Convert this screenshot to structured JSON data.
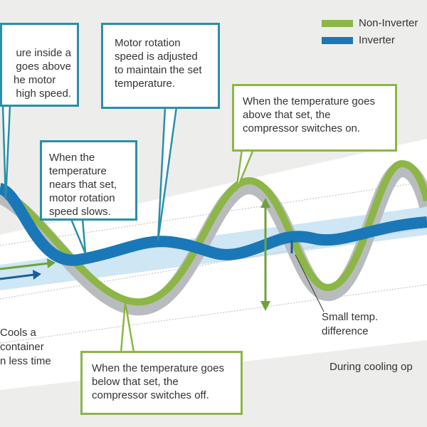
{
  "legend": {
    "items": [
      {
        "label": "Non-Inverter",
        "color": "#8cb646"
      },
      {
        "label": "Inverter",
        "color": "#1a78b8"
      }
    ]
  },
  "callouts": {
    "high_speed": [
      "ure inside a",
      "goes above",
      "he motor",
      "high speed."
    ],
    "adjusted": "Motor rotation speed is adjusted to maintain the set temperature.",
    "nears": "When the temperature nears that set, motor rotation speed slows.",
    "above": "When the temperature goes above that set, the compressor switches on.",
    "below": "When the temperature goes below that set, the compressor switches off."
  },
  "labels": {
    "cools": [
      "Cools a",
      "container",
      "n less time"
    ],
    "small_diff": [
      "Small temp.",
      "difference"
    ],
    "during": "During cooling op"
  },
  "colors": {
    "teal": "#2a8fa8",
    "green": "#8cb646",
    "blue": "#1a78b8"
  }
}
